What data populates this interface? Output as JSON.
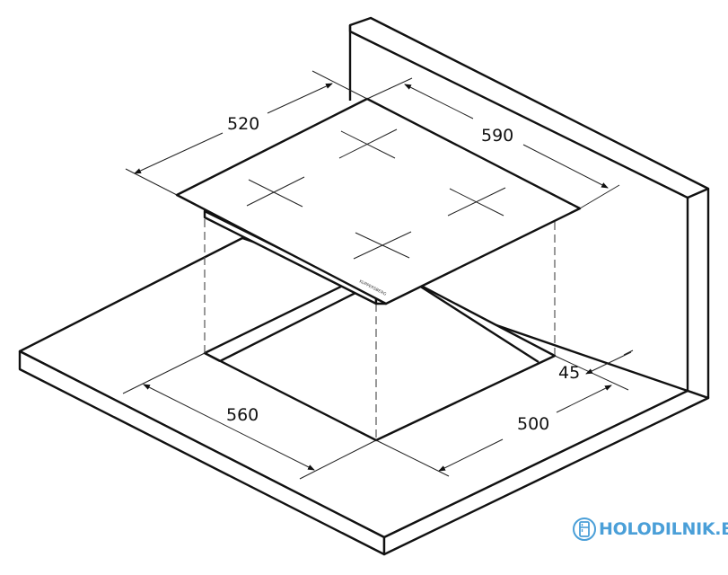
{
  "dimensions": {
    "hob_depth": "520",
    "hob_width": "590",
    "cutout_width": "560",
    "cutout_depth": "500",
    "wall_gap": "45"
  },
  "hob_brand_logo": "KUPPERSBERG",
  "watermark": {
    "text": "HOLODILNIK.BY",
    "icon": "fridge-icon",
    "color": "#4a9fd8"
  }
}
